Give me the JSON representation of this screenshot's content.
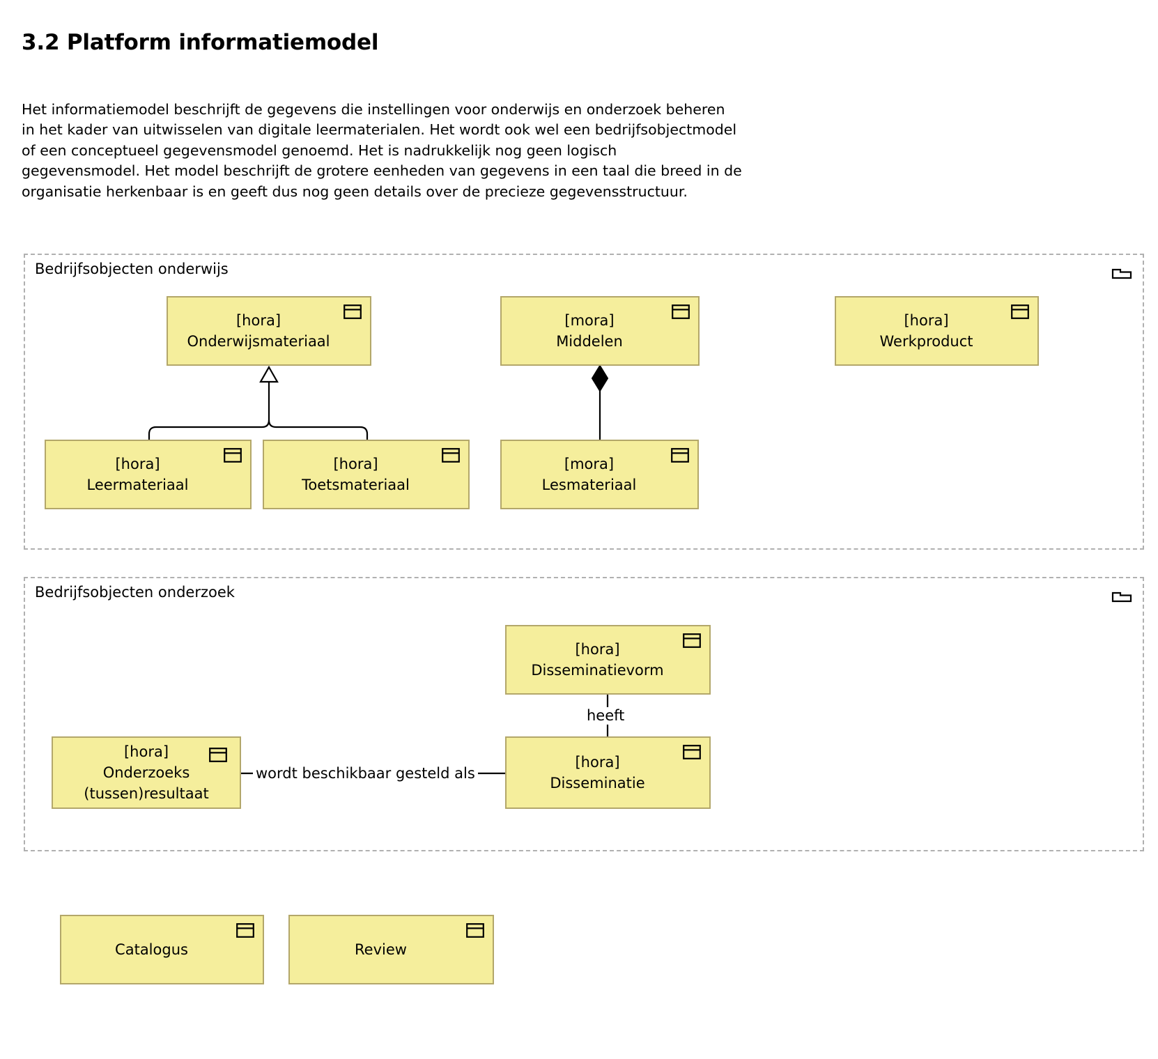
{
  "page": {
    "title": "3.2 Platform informatiemodel",
    "intro": "Het informatiemodel beschrijft de gegevens die instellingen voor onderwijs en onderzoek beheren\nin het kader van uitwisselen van digitale leermaterialen. Het wordt ook wel een bedrijfsobjectmodel\nof een conceptueel gegevensmodel genoemd. Het is nadrukkelijk nog geen logisch\ngegevensmodel. Het model beschrijft de grotere eenheden van gegevens in een taal die breed in de\norganisatie herkenbaar is en geeft dus nog geen details over de precieze gegevensstructuur."
  },
  "colors": {
    "node_fill": "#f5ee9c",
    "node_border": "#b3a76a",
    "group_border": "#b0b0b0",
    "line": "#000000",
    "text": "#000000"
  },
  "diagram": {
    "type": "archimate-business-object-model",
    "groups": [
      {
        "id": "onderwijs",
        "title": "Bedrijfsobjecten onderwijs",
        "icon": "folder-icon",
        "nodes": [
          {
            "id": "onderwijsmateriaal",
            "label": "[hora]\nOnderwijsmateriaal",
            "stereotype": "[hora]",
            "name": "Onderwijsmateriaal",
            "icon": "business-object-icon"
          },
          {
            "id": "middelen",
            "label": "[mora]\nMiddelen",
            "stereotype": "[mora]",
            "name": "Middelen",
            "icon": "business-object-icon"
          },
          {
            "id": "werkproduct",
            "label": "[hora]\nWerkproduct",
            "stereotype": "[hora]",
            "name": "Werkproduct",
            "icon": "business-object-icon"
          },
          {
            "id": "leermateriaal",
            "label": "[hora]\nLeermateriaal",
            "stereotype": "[hora]",
            "name": "Leermateriaal",
            "icon": "business-object-icon"
          },
          {
            "id": "toetsmateriaal",
            "label": "[hora]\nToetsmateriaal",
            "stereotype": "[hora]",
            "name": "Toetsmateriaal",
            "icon": "business-object-icon"
          },
          {
            "id": "lesmateriaal",
            "label": "[mora]\nLesmateriaal",
            "stereotype": "[mora]",
            "name": "Lesmateriaal",
            "icon": "business-object-icon"
          }
        ],
        "relations": [
          {
            "from": "leermateriaal",
            "to": "onderwijsmateriaal",
            "type": "generalization",
            "label": ""
          },
          {
            "from": "toetsmateriaal",
            "to": "onderwijsmateriaal",
            "type": "generalization",
            "label": ""
          },
          {
            "from": "middelen",
            "to": "lesmateriaal",
            "type": "composition",
            "label": ""
          }
        ]
      },
      {
        "id": "onderzoek",
        "title": "Bedrijfsobjecten onderzoek",
        "icon": "folder-icon",
        "nodes": [
          {
            "id": "disseminatievorm",
            "label": "[hora]\nDisseminatievorm",
            "stereotype": "[hora]",
            "name": "Disseminatievorm",
            "icon": "business-object-icon"
          },
          {
            "id": "onderzoeksresultaat",
            "label": "[hora]\nOnderzoeks\n(tussen)resultaat",
            "stereotype": "[hora]",
            "name": "Onderzoeks(tussen)resultaat",
            "icon": "business-object-icon"
          },
          {
            "id": "disseminatie",
            "label": "[hora]\nDisseminatie",
            "stereotype": "[hora]",
            "name": "Disseminatie",
            "icon": "business-object-icon"
          }
        ],
        "relations": [
          {
            "from": "disseminatievorm",
            "to": "disseminatie",
            "type": "association",
            "label": "heeft"
          },
          {
            "from": "onderzoeksresultaat",
            "to": "disseminatie",
            "type": "association",
            "label": "wordt beschikbaar gesteld als"
          }
        ]
      }
    ],
    "loose_nodes": [
      {
        "id": "catalogus",
        "label": "Catalogus",
        "icon": "business-object-icon"
      },
      {
        "id": "review",
        "label": "Review",
        "icon": "business-object-icon"
      }
    ],
    "edge_labels": {
      "heeft": "heeft",
      "beschikbaar": "wordt beschikbaar gesteld als"
    }
  }
}
